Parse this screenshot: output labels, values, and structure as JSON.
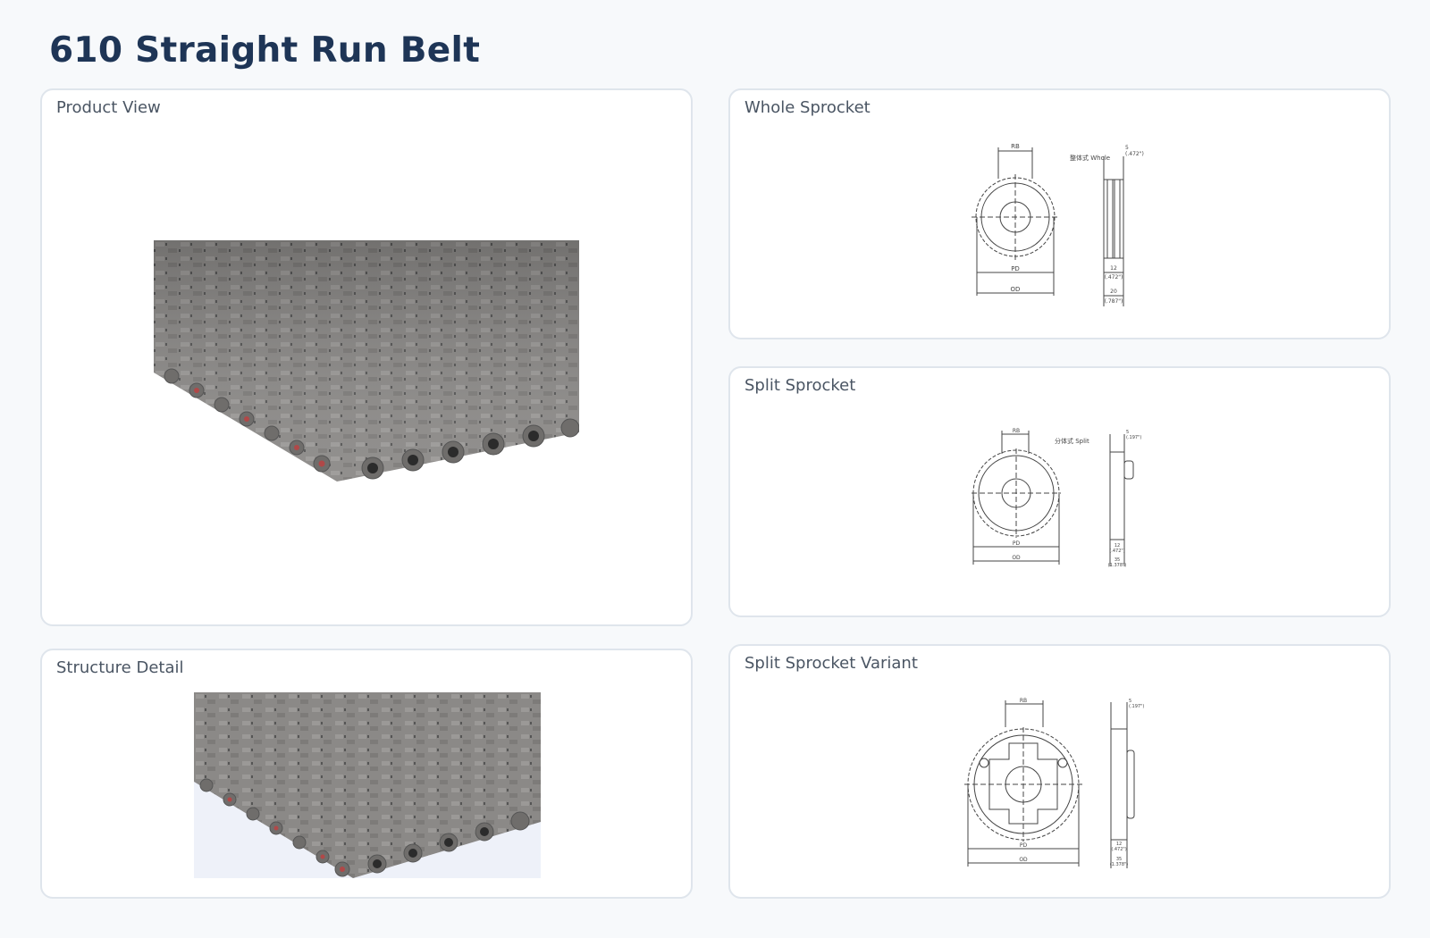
{
  "page": {
    "title": "610 Straight Run Belt"
  },
  "cards": {
    "product_view": {
      "label": "Product View"
    },
    "structure_detail": {
      "label": "Structure Detail"
    },
    "whole_sprocket": {
      "label": "Whole Sprocket",
      "drawing": {
        "rb": "RB",
        "type_label": "整体式   Whole",
        "width": "5",
        "width_in": "(.472\")",
        "pd": "PD",
        "od": "OD",
        "hub": "12",
        "hub_in": "(.472\")",
        "bore": "20",
        "bore_in": "(.787\")"
      }
    },
    "split_sprocket": {
      "label": "Split Sprocket",
      "drawing": {
        "rb": "RB",
        "type_label": "分体式   Split",
        "width": "5",
        "width_in": "(.197\")",
        "pd": "PD",
        "od": "OD",
        "hub": "12",
        "hub_in": "(.472\")",
        "bore": "35",
        "bore_in": "(1.378\")"
      }
    },
    "split_sprocket_variant": {
      "label": "Split Sprocket Variant",
      "drawing": {
        "rb": "RB",
        "width": "5",
        "width_in": "(.197\")",
        "pd": "PD",
        "od": "OD",
        "hub": "12",
        "hub_in": "(.472\")",
        "bore": "35",
        "bore_in": "(1.378\")"
      }
    }
  },
  "colors": {
    "title": "#1e3556",
    "belt": "#8a8886",
    "pin": "#b04848",
    "card_border": "#dfe5ec"
  }
}
